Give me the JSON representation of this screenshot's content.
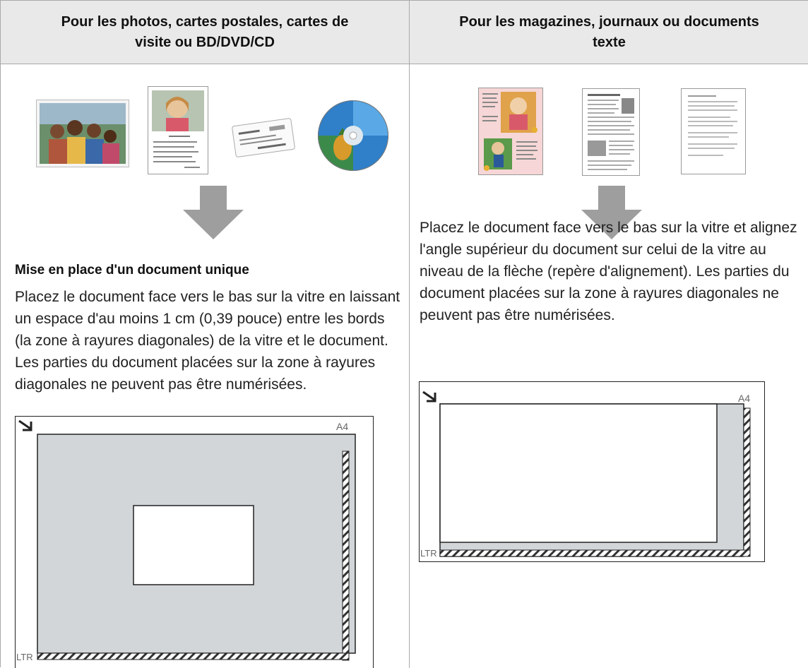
{
  "headers": {
    "left": [
      "Pour les photos, cartes postales, cartes de",
      "visite ou BD/DVD/CD"
    ],
    "right": [
      "Pour les magazines, journaux ou documents",
      "texte"
    ]
  },
  "left": {
    "subtitle": "Mise en place d'un document unique",
    "paragraph": "Placez le document face vers le bas sur la vitre en laissant un espace d'au moins 1 cm (0,39 pouce) entre les bords (la zone à rayures diagonales) de la vitre et le document. Les parties du document placées sur la zone à rayures diagonales ne peuvent pas être numérisées.",
    "diagram": {
      "label_a4": "A4",
      "label_ltr": "LTR"
    }
  },
  "right": {
    "paragraph": "Placez le document face vers le bas sur la vitre et alignez l'angle supérieur du document sur celui de la vitre au niveau de la flèche (repère d'alignement). Les parties du document placées sur la zone à rayures diagonales ne peuvent pas être numérisées.",
    "diagram": {
      "label_a4": "A4",
      "label_ltr": "LTR"
    }
  },
  "icons": [
    "photo-icon",
    "postcard-icon",
    "business-card-icon",
    "disc-icon",
    "magazine-icon",
    "newspaper-icon",
    "text-document-icon",
    "down-arrow-icon",
    "alignment-mark-icon"
  ],
  "colors": {
    "header_bg": "#e9e9e9",
    "border": "#a9a9a9",
    "arrow": "#9e9e9e",
    "glass_gray": "#d2d6d8"
  }
}
